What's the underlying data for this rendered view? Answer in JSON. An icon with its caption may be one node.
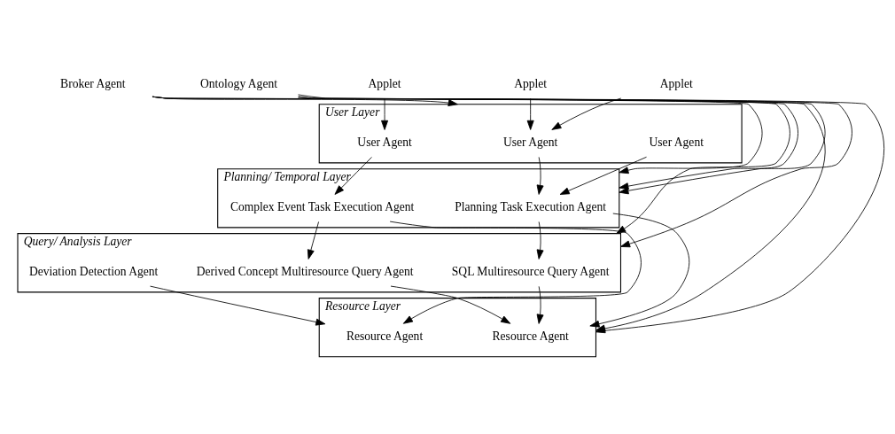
{
  "diagram": {
    "nodes": [
      {
        "text": [
          "User Layer"
        ]
      },
      {
        "text": [
          "User Agent"
        ],
        "in": 0
      },
      {
        "text": [
          "User Agent"
        ],
        "in": 0
      },
      {
        "text": [
          "User Agent"
        ],
        "in": 0
      },
      {
        "text": [
          "Planning/ Temporal Layer"
        ]
      },
      {
        "text": [
          "Planning Task Execution Agent"
        ],
        "in": 4
      },
      {
        "text": [
          "Complex Event Task Execution Agent"
        ],
        "in": 4
      },
      {
        "text": [
          "Query/ Analysis Layer"
        ]
      },
      {
        "text": [
          "SQL Multiresource Query Agent"
        ],
        "in": 7
      },
      {
        "text": [
          "Derived Concept Multiresource Query Agent"
        ],
        "in": 7
      },
      {
        "text": [
          "Deviation Detection Agent"
        ],
        "in": 7
      },
      {
        "text": [
          "Resource Layer"
        ]
      },
      {
        "text": [
          "Resource Agent"
        ],
        "in": 11
      },
      {
        "text": [
          "Resource Agent"
        ],
        "in": 11
      },
      {
        "text": [
          "Applet"
        ]
      },
      {
        "text": [
          "Applet"
        ]
      },
      {
        "text": [
          "Applet"
        ]
      },
      {
        "text": [
          "Broker Agent"
        ]
      },
      {
        "text": [
          "Ontology Agent"
        ]
      }
    ],
    "edges": [
      {
        "from": 14,
        "to": 1,
        "arrow": "to"
      },
      {
        "from": 15,
        "to": 1,
        "arrow": "to"
      },
      {
        "from": 16,
        "to": 3,
        "arrow": "to"
      },
      {
        "from": 1,
        "to": 5,
        "arrow": "to"
      },
      {
        "from": 2,
        "to": 5,
        "arrow": "to"
      },
      {
        "from": 3,
        "to": 6,
        "arrow": "to"
      },
      {
        "from": 5,
        "to": 8,
        "arrow": "to"
      },
      {
        "from": 5,
        "to": 12,
        "arrow": "to"
      },
      {
        "from": 6,
        "to": 9,
        "arrow": "to"
      },
      {
        "from": 6,
        "to": 13,
        "arrow": "to"
      },
      {
        "from": 8,
        "to": 12,
        "arrow": "to"
      },
      {
        "from": 9,
        "to": 12,
        "arrow": "to"
      },
      {
        "from": 10,
        "to": 13,
        "arrow": "to"
      },
      {
        "from": 17,
        "to": 0,
        "arrow": "to"
      },
      {
        "from": 17,
        "to": 4,
        "arrow": "to"
      },
      {
        "from": 17,
        "to": 7,
        "arrow": "to"
      },
      {
        "from": 17,
        "to": 11,
        "arrow": "to"
      },
      {
        "from": 18,
        "to": 4,
        "arrow": "to"
      },
      {
        "from": 18,
        "to": 4,
        "arrow": "to"
      },
      {
        "from": 18,
        "to": 7,
        "arrow": "to"
      },
      {
        "from": 18,
        "to": 11,
        "arrow": "to"
      }
    ]
  }
}
